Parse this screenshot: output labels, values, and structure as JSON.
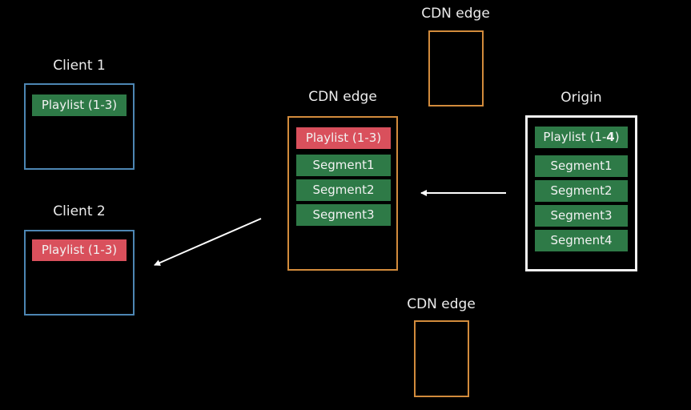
{
  "client1": {
    "title": "Client 1",
    "playlist": "Playlist (1-3)",
    "playlist_color": "#2e7a47"
  },
  "client2": {
    "title": "Client 2",
    "playlist": "Playlist (1-3)",
    "playlist_color": "#d9505c"
  },
  "cdn_edge_main": {
    "title": "CDN edge",
    "playlist": "Playlist (1-3)",
    "segments": [
      "Segment1",
      "Segment2",
      "Segment3"
    ]
  },
  "cdn_edge_top": {
    "title": "CDN edge"
  },
  "cdn_edge_bottom": {
    "title": "CDN edge"
  },
  "origin": {
    "title": "Origin",
    "playlist_prefix": "Playlist (1-",
    "playlist_highlight": "4",
    "playlist_suffix": ")",
    "segments": [
      "Segment1",
      "Segment2",
      "Segment3",
      "Segment4"
    ]
  },
  "colors": {
    "background": "#000000",
    "client_border": "#4d86b3",
    "edge_border": "#d28b3c",
    "origin_border": "#f2f2f2",
    "fresh": "#2e7a47",
    "stale": "#d9505c"
  }
}
